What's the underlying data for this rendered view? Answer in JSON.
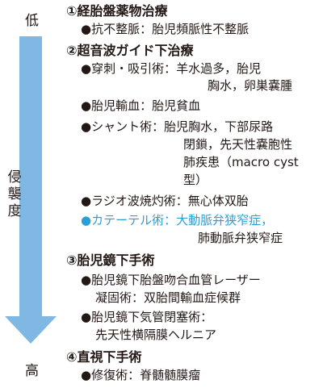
{
  "axis": {
    "low": "低",
    "high": "高",
    "mid": [
      "侵",
      "襲",
      "度"
    ]
  },
  "colors": {
    "arrow": "#7fb8e3",
    "accent": "#2a9fd6",
    "text": "#231815"
  },
  "sections": [
    {
      "heading": "①経胎盤薬物治療",
      "items": [
        {
          "lines": [
            "●抗不整脈：胎児頻脈性不整脈"
          ]
        }
      ]
    },
    {
      "heading": "②超音波ガイド下治療",
      "items": [
        {
          "lines": [
            "●穿刺・吸引術：羊水過多，胎児",
            "胸水，卵巣嚢腫"
          ]
        },
        {
          "lines": [
            "●胎児輸血：胎児貧血"
          ]
        },
        {
          "lines": [
            "●シャント術：胎児胸水，下部尿路",
            "閉鎖，先天性嚢胞性",
            "肺疾患（macro cyst",
            "型）"
          ]
        },
        {
          "lines": [
            "●ラジオ波焼灼術：無心体双胎"
          ]
        },
        {
          "lines": [
            "●カテーテル術：大動脈弁狭窄症，",
            "肺動脈弁狭窄症"
          ]
        }
      ]
    },
    {
      "heading": "③胎児鏡下手術",
      "items": [
        {
          "lines": [
            "●胎児鏡下胎盤吻合血管レーザー",
            "凝固術：双胎間輸血症候群"
          ]
        },
        {
          "lines": [
            "●胎児鏡下気管閉塞術：",
            "先天性横隔膜ヘルニア"
          ]
        }
      ]
    },
    {
      "heading": "④直視下手術",
      "items": [
        {
          "lines": [
            "●修復術：脊髄髄膜瘤"
          ]
        }
      ]
    }
  ]
}
